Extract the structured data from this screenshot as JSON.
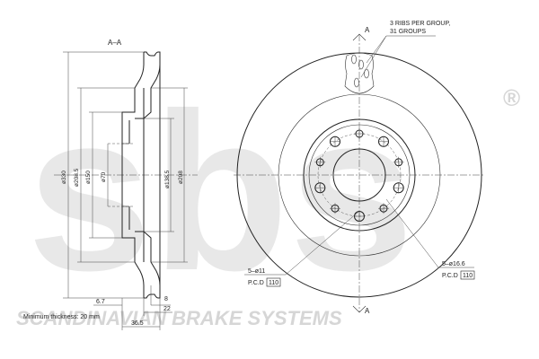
{
  "watermark": {
    "logo_text": "sbs",
    "registered_mark": "®",
    "tagline": "SCANDINAVIAN BRAKE SYSTEMS"
  },
  "section_view": {
    "title": "A–A",
    "dimensions": {
      "outer_diameter": "ø330",
      "inner_friction_diameter": "ø208.5",
      "hub_recess_diameter": "ø150",
      "center_bore_diameter": "ø70",
      "hat_diameter": "ø138.5",
      "vent_diameter": "ø208",
      "offset_6_7": "6.7",
      "thickness_8": "8",
      "total_height": "36.5",
      "disc_thickness": "22"
    },
    "note": "Minimum thickness: 20 mm"
  },
  "face_view": {
    "section_marker_top": "A",
    "section_marker_bottom": "A",
    "ribs_note_line1": "3 RIBS PER GROUP,",
    "ribs_note_line2": "31 GROUPS",
    "bolt_holes_label": "5–ø11",
    "bolt_pcd_prefix": "P.C.D",
    "bolt_pcd_value": "110",
    "aux_holes_label": "5–ø16.6",
    "aux_pcd_prefix": "P.C.D",
    "aux_pcd_value": "110"
  },
  "colors": {
    "line": "#222222",
    "watermark": "#d6d6d6",
    "background": "#ffffff"
  }
}
